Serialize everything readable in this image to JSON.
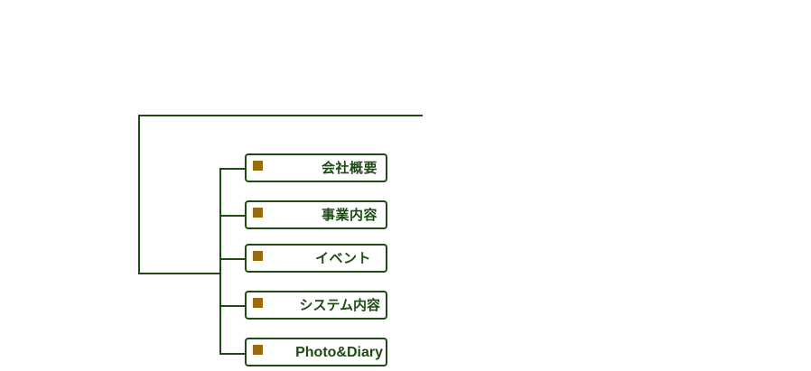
{
  "colors": {
    "line": "#1e4a14",
    "bullet": "#9a6a0f",
    "text": "#1e4a14"
  },
  "menu": {
    "items": [
      {
        "label": "会社概要",
        "bullet_icon": "square-bullet-icon"
      },
      {
        "label": "事業内容",
        "bullet_icon": "square-bullet-icon"
      },
      {
        "label": "イベント",
        "bullet_icon": "square-bullet-icon"
      },
      {
        "label": "システム内容",
        "bullet_icon": "square-bullet-icon"
      },
      {
        "label": "Photo&Diary",
        "bullet_icon": "square-bullet-icon"
      }
    ]
  }
}
